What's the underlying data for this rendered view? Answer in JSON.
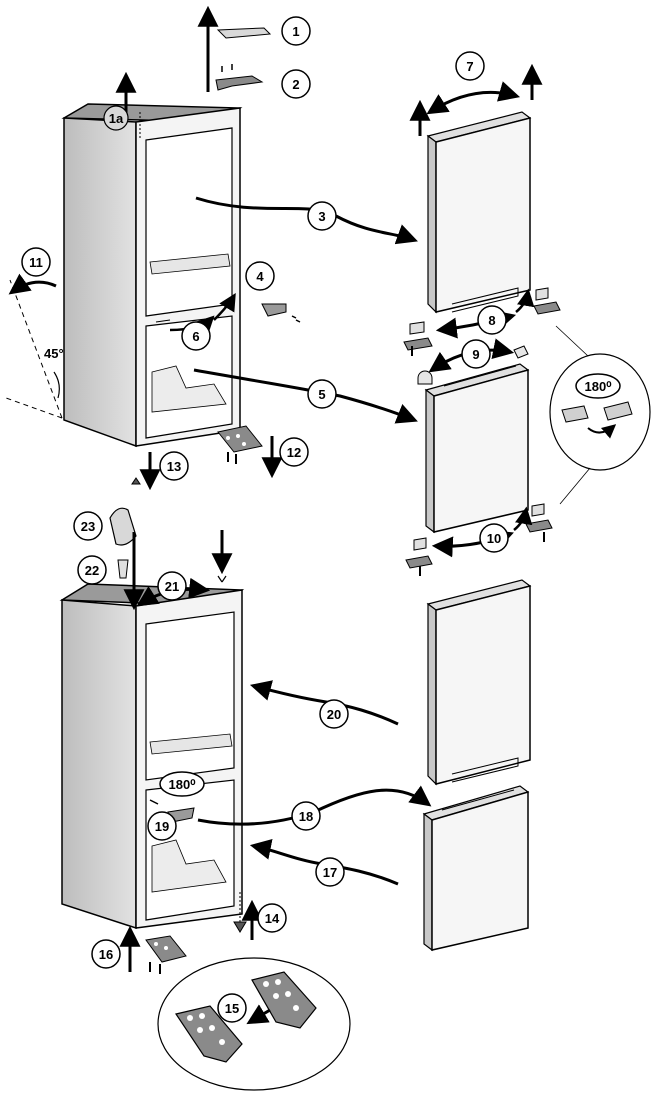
{
  "callouts": {
    "c1": "1",
    "c1a": "1a",
    "c2": "2",
    "c3": "3",
    "c4": "4",
    "c5": "5",
    "c6": "6",
    "c7": "7",
    "c8": "8",
    "c9": "9",
    "c10": "10",
    "c11": "11",
    "c12": "12",
    "c13": "13",
    "c14": "14",
    "c15": "15",
    "c16": "16",
    "c17": "17",
    "c18": "18",
    "c19": "19",
    "c20": "20",
    "c21": "21",
    "c22": "22",
    "c23": "23"
  },
  "labels": {
    "angle": "45°",
    "rotate_top": "180⁰",
    "rotate_bottom": "180⁰"
  }
}
